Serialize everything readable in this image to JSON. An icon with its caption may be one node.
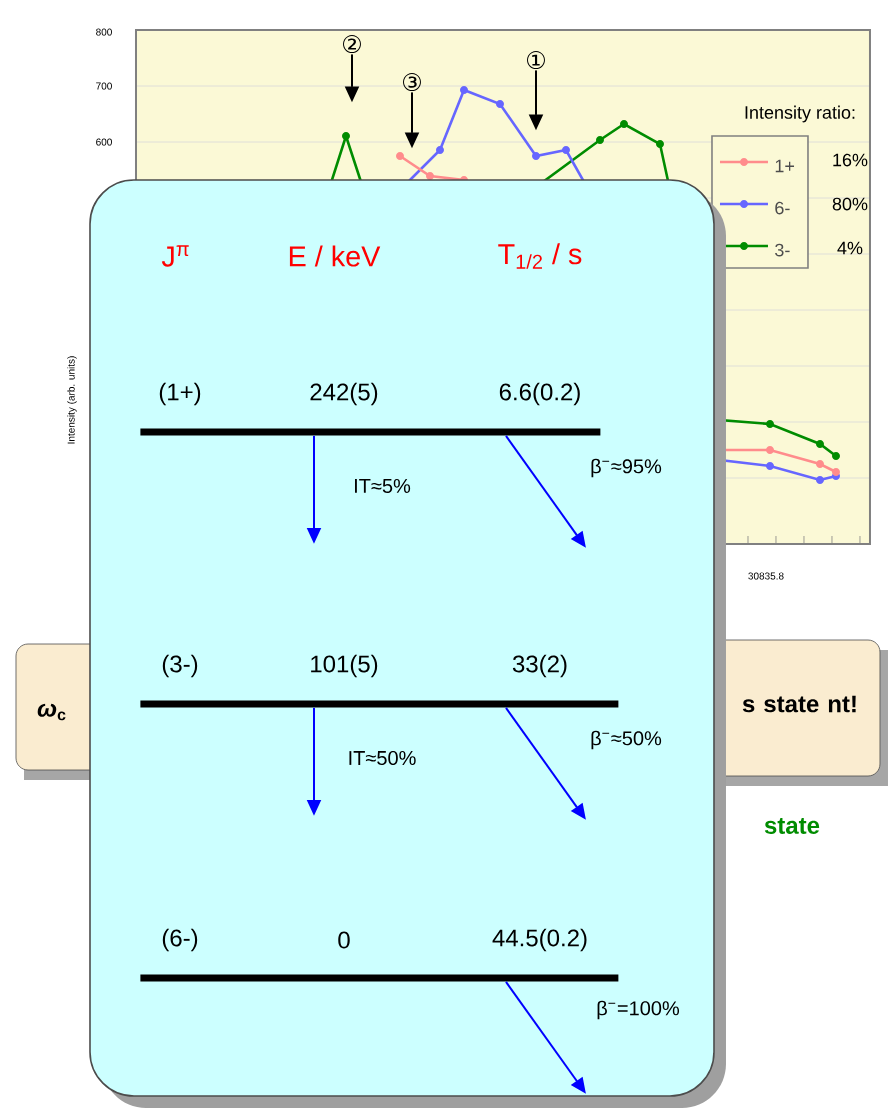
{
  "diagram": {
    "nodes": [
      {
        "text": [
          "②"
        ]
      },
      {
        "text": [
          "③"
        ]
      },
      {
        "text": [
          "①"
        ]
      },
      {
        "text": [
          "J$^{π}$",
          "E / keV",
          "T$_{1/2}$ / s"
        ]
      },
      {
        "text": [
          "(1+)",
          "242(5)",
          "6.6(0.2)"
        ],
        "in": 3
      },
      {
        "text": [
          "(3-)",
          "101(5)",
          "33(2)"
        ],
        "in": 3
      },
      {
        "text": [
          "(6-)",
          "0",
          "44.5(0.2)"
        ],
        "in": 3
      },
      {
        "text": [
          "*ω*$_{c}$"
        ]
      },
      {
        "text": [
          "s state nt!"
        ]
      }
    ],
    "edges": [
      {
        "from": 0,
        "to": null,
        "arrow": "to",
        "color": "#000000"
      },
      {
        "from": 1,
        "to": null,
        "arrow": "to",
        "color": "#000000"
      },
      {
        "from": 2,
        "to": null,
        "arrow": "to",
        "color": "#000000"
      },
      {
        "from": 4,
        "to": null,
        "arrow": "to",
        "label": "IT≈5%"
      },
      {
        "from": 4,
        "to": null,
        "arrow": "to",
        "label": "β$^{−}$≈95%"
      },
      {
        "from": 5,
        "to": null,
        "arrow": "to",
        "label": "IT≈50%"
      },
      {
        "from": 5,
        "to": null,
        "arrow": "to",
        "label": "β$^{−}$≈50%"
      },
      {
        "from": 6,
        "to": null,
        "arrow": "to",
        "label": "β$^{−}$=100%"
      }
    ],
    "labels": [
      "800",
      "700",
      "600",
      "Intensity ratio:",
      "16%",
      "80%",
      "4%",
      "Intensity (arb. units)",
      "30835.8",
      "state"
    ],
    "legend": [
      {
        "text": "1+"
      },
      {
        "text": "6-"
      },
      {
        "text": "3-"
      }
    ]
  }
}
